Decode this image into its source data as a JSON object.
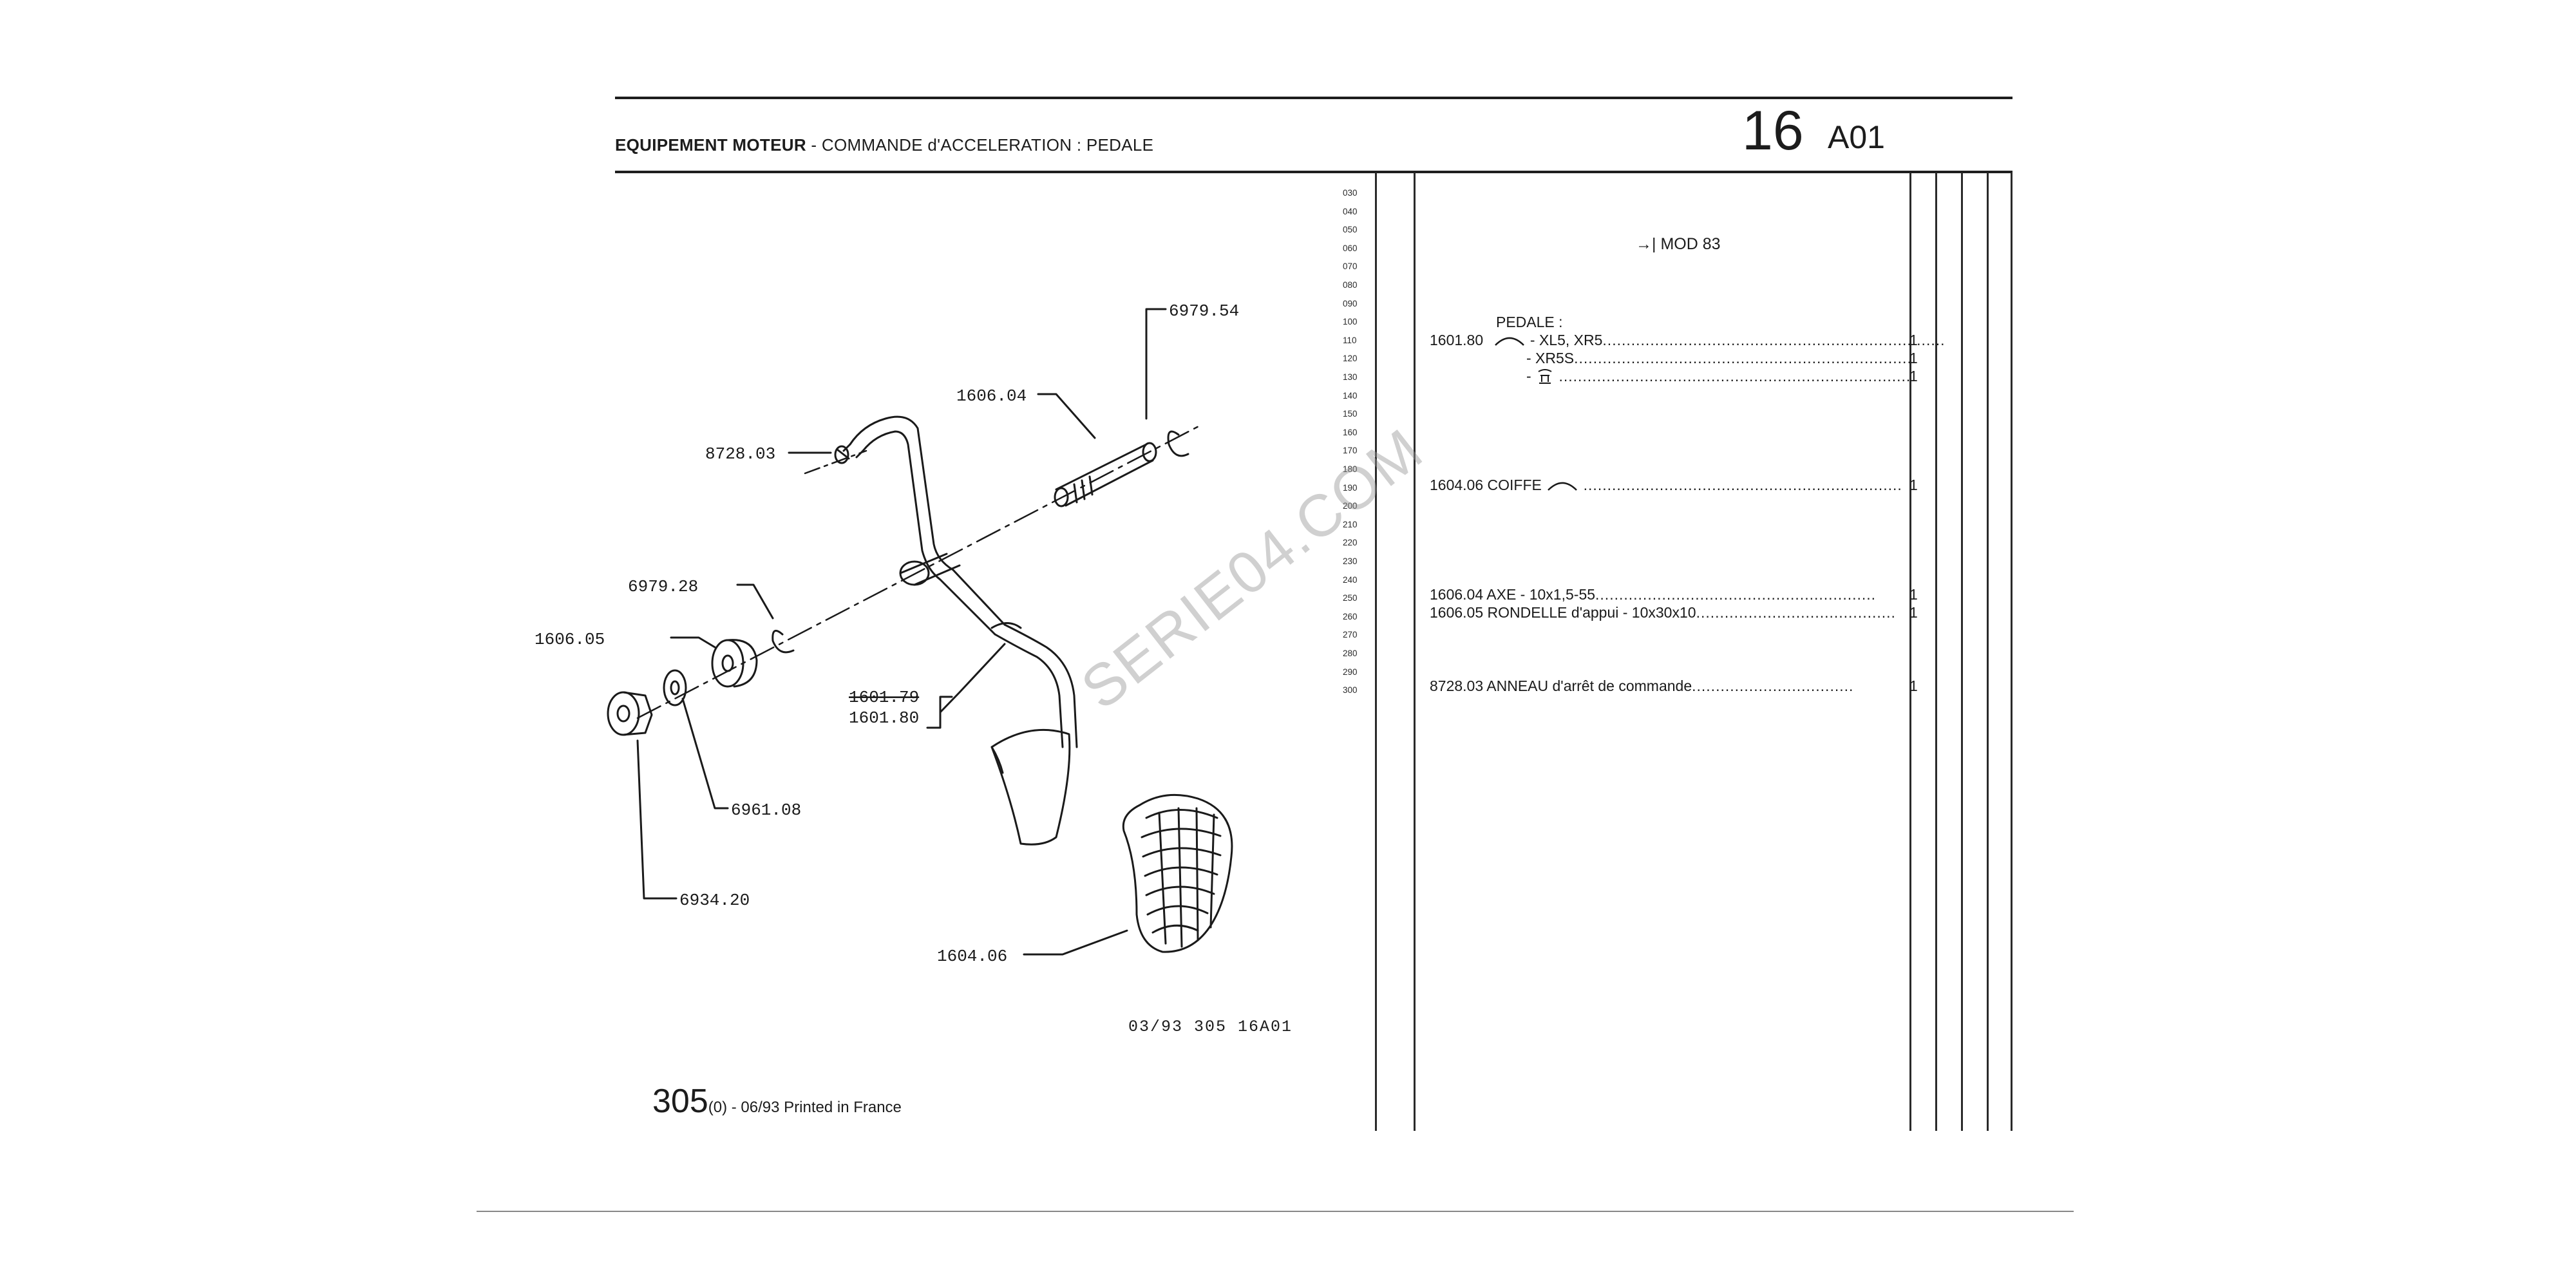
{
  "header": {
    "title_bold": "EQUIPEMENT MOTEUR",
    "title_rest": " - COMMANDE d'ACCELERATION : PEDALE",
    "section_number": "16",
    "section_code": "A01"
  },
  "diagram_callouts": [
    "6979.54",
    "1606.04",
    "8728.03",
    "6979.28",
    "1606.05",
    "1601.79",
    "1601.80",
    "6961.08",
    "6934.20",
    "1604.06"
  ],
  "reference": "03/93 305 16A01",
  "footer": {
    "model": "305",
    "text": "(0) - 06/93 Printed in France"
  },
  "watermark": "SERIE04.COM",
  "line_index": [
    "030",
    "040",
    "050",
    "060",
    "070",
    "080",
    "090",
    "100",
    "110",
    "120",
    "130",
    "140",
    "150",
    "160",
    "170",
    "180",
    "190",
    "200",
    "210",
    "220",
    "230",
    "240",
    "250",
    "260",
    "270",
    "280",
    "290",
    "300"
  ],
  "mod_label": "MOD 83",
  "parts": [
    {
      "ref": "",
      "desc": "PEDALE :",
      "qty": ""
    },
    {
      "ref": "1601.80",
      "desc": "- XL5, XR5",
      "qty": "1"
    },
    {
      "ref": "",
      "desc": "- XR5S",
      "qty": "1"
    },
    {
      "ref": "",
      "desc": "- ",
      "qty": "1"
    },
    {
      "ref": "1604.06",
      "desc": "COIFFE",
      "qty": "1"
    },
    {
      "ref": "1606.04",
      "desc": "AXE - 10x1,5-55",
      "qty": "1"
    },
    {
      "ref": "1606.05",
      "desc": "RONDELLE d'appui - 10x30x10",
      "qty": "1"
    },
    {
      "ref": "8728.03",
      "desc": "ANNEAU d'arrêt de commande",
      "qty": "1"
    }
  ],
  "colors": {
    "ink": "#1c1c1c",
    "watermark": "#969696"
  }
}
